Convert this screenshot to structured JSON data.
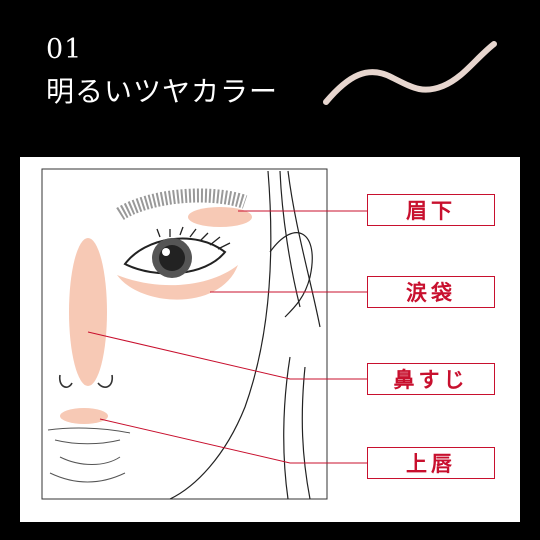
{
  "header": {
    "number": "01",
    "title": "明るいツヤカラー"
  },
  "colors": {
    "background": "#000000",
    "highlight": "#f7c9b5",
    "label_red": "#c8102e",
    "swatch": "#e7d6cf"
  },
  "labels": [
    {
      "text": "眉下"
    },
    {
      "text": "涙袋"
    },
    {
      "text": "鼻すじ"
    },
    {
      "text": "上唇"
    }
  ]
}
